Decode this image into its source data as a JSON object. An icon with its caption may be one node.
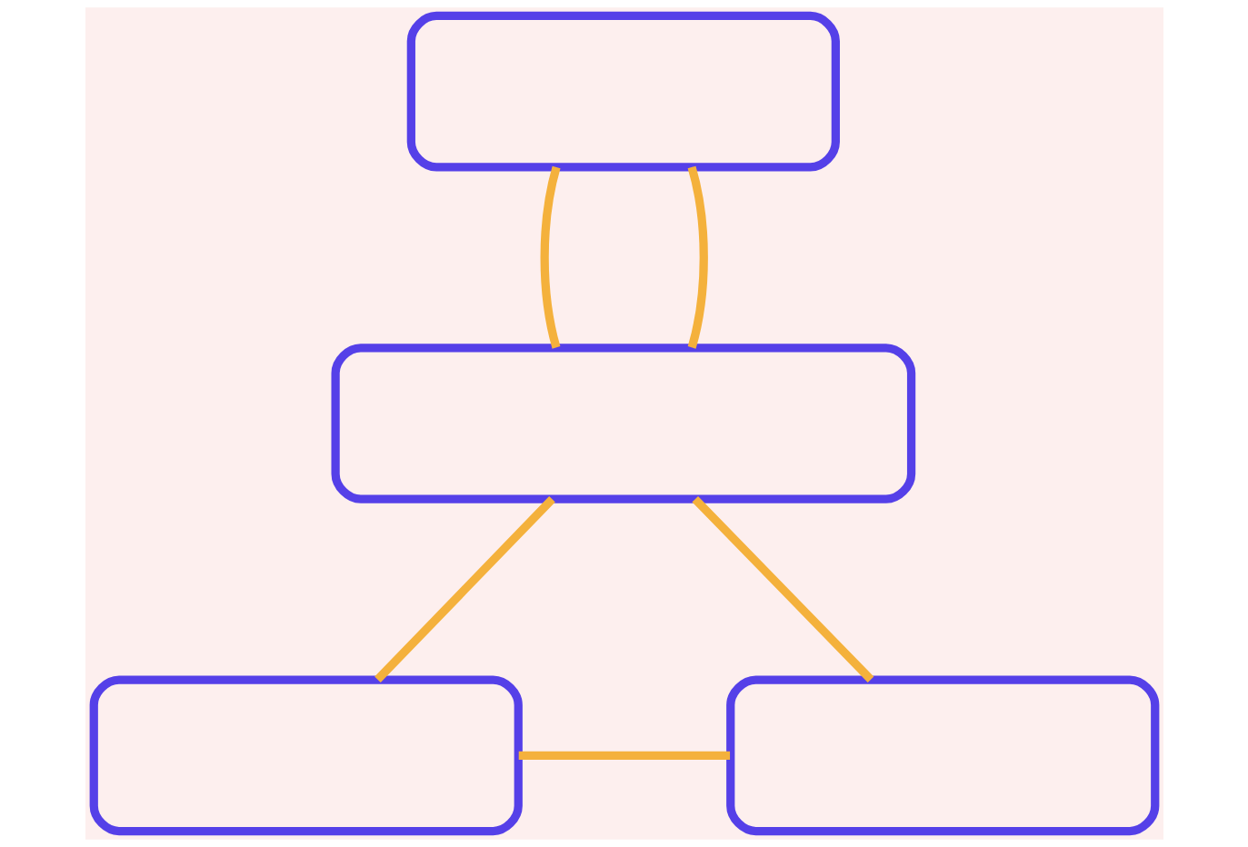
{
  "diagram": {
    "nodes": [
      {
        "text": [],
        "shape": "box"
      },
      {
        "text": [],
        "shape": "box"
      },
      {
        "text": [],
        "shape": "box"
      },
      {
        "text": [],
        "shape": "box"
      }
    ],
    "edges": [
      {
        "from": 0,
        "to": 1,
        "arrow": "none"
      },
      {
        "from": 0,
        "to": 1,
        "arrow": "none"
      },
      {
        "from": 1,
        "to": 2,
        "arrow": "none"
      },
      {
        "from": 1,
        "to": 3,
        "arrow": "none"
      },
      {
        "from": 2,
        "to": 3,
        "arrow": "none"
      }
    ]
  }
}
